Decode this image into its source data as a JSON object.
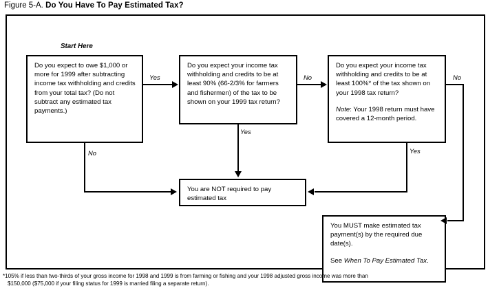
{
  "figure": {
    "label": "Figure 5-A.",
    "title": "Do You Have To Pay Estimated Tax?"
  },
  "start_label": "Start Here",
  "nodes": {
    "owe": {
      "text": "Do you expect to owe $1,000 or more for 1999 after subtracting income tax withholding and credits from your total tax? (Do not subtract any estimated tax payments.)"
    },
    "ninety": {
      "text": "Do you expect your income tax withholding and credits to be at least 90% (66-2/3% for farmers and fishermen) of the tax to be shown on your 1999 tax return?"
    },
    "hundred": {
      "text": "Do you expect your income tax withholding and credits to be at least 100%* of the tax shown on your 1998 tax return?",
      "note_prefix": "Note",
      "note_text": ": Your 1998 return must have covered a 12-month period."
    },
    "not_required": {
      "text": "You are NOT required to pay estimated tax"
    },
    "must_pay": {
      "text": "You MUST make estimated tax payment(s) by the required due date(s).",
      "see_prefix": "See ",
      "see_reference": "When To Pay Estimated Tax",
      "see_suffix": "."
    }
  },
  "edges": {
    "owe_yes": "Yes",
    "owe_no": "No",
    "ninety_no": "No",
    "ninety_yes": "Yes",
    "hundred_no": "No",
    "hundred_yes": "Yes"
  },
  "footnote": {
    "line1": "*105% if less than two-thirds of your gross income for 1998 and 1999 is from farming or fishing and your 1998 adjusted gross income was more than",
    "line2": "$150,000 ($75,000 if your filing status for 1999 is married filing a separate return)."
  },
  "colors": {
    "ink": "#000000",
    "background": "#ffffff"
  }
}
